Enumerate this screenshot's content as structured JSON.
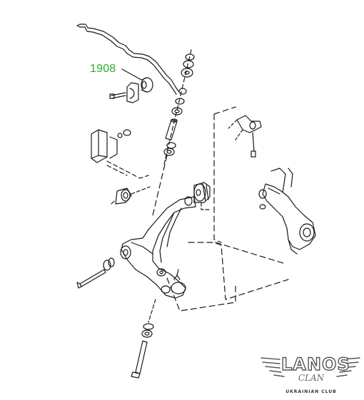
{
  "callout": {
    "part_number": "1908",
    "color": "#2ea82e"
  },
  "logo": {
    "wordmark": "LANOS",
    "sub": "CLAN",
    "caption": "UKRAINIAN CLUB"
  },
  "colors": {
    "line": "#1a1a1a",
    "background": "#ffffff"
  }
}
